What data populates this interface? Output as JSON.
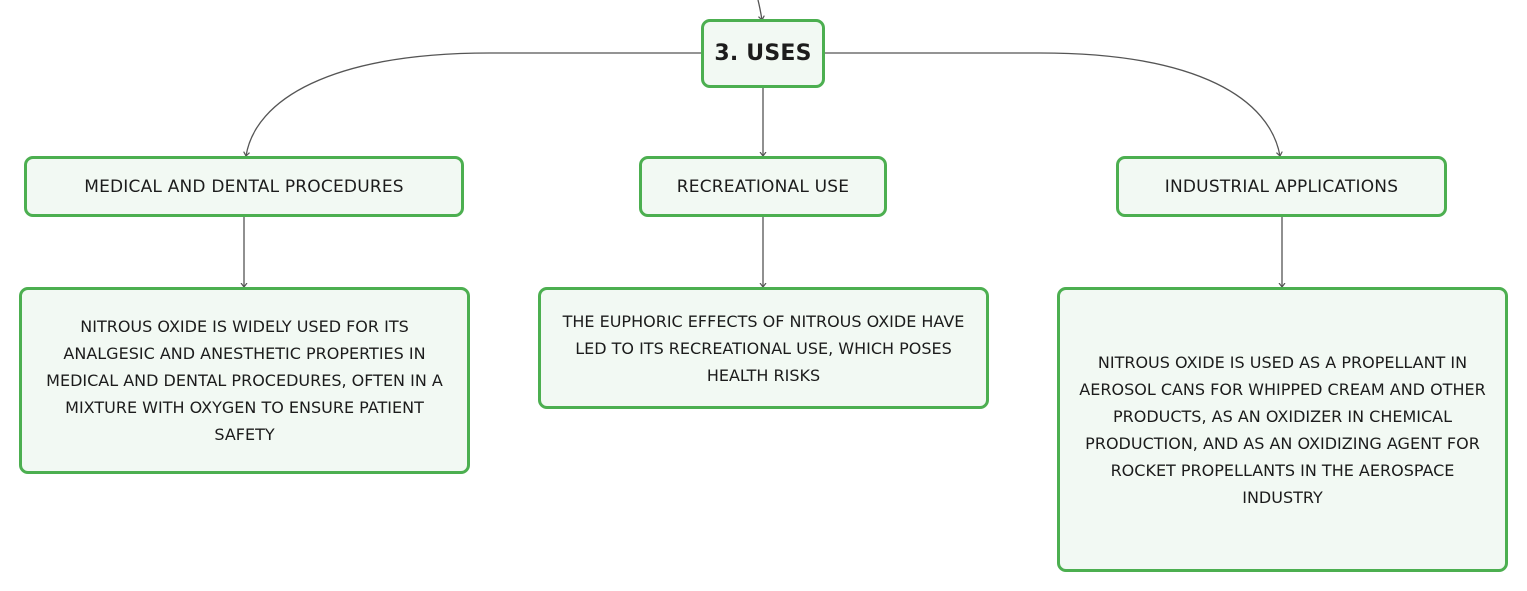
{
  "root": {
    "label": "3. USES"
  },
  "branches": [
    {
      "label": "MEDICAL AND DENTAL PROCEDURES",
      "detail": "NITROUS OXIDE IS WIDELY USED FOR ITS ANALGESIC AND ANESTHETIC PROPERTIES IN MEDICAL AND DENTAL PROCEDURES, OFTEN IN A MIXTURE WITH OXYGEN TO ENSURE PATIENT SAFETY"
    },
    {
      "label": "RECREATIONAL USE",
      "detail": "THE EUPHORIC EFFECTS OF NITROUS OXIDE HAVE LED TO ITS RECREATIONAL USE, WHICH POSES HEALTH RISKS"
    },
    {
      "label": "INDUSTRIAL APPLICATIONS",
      "detail": "NITROUS OXIDE IS USED AS A PROPELLANT IN AEROSOL CANS FOR WHIPPED CREAM AND OTHER PRODUCTS, AS AN OXIDIZER IN CHEMICAL PRODUCTION, AND AS AN OXIDIZING AGENT FOR ROCKET PROPELLANTS IN THE AEROSPACE INDUSTRY"
    }
  ],
  "colors": {
    "node_border": "#4caf50",
    "node_fill": "#f2f9f3",
    "connector": "#555555"
  }
}
